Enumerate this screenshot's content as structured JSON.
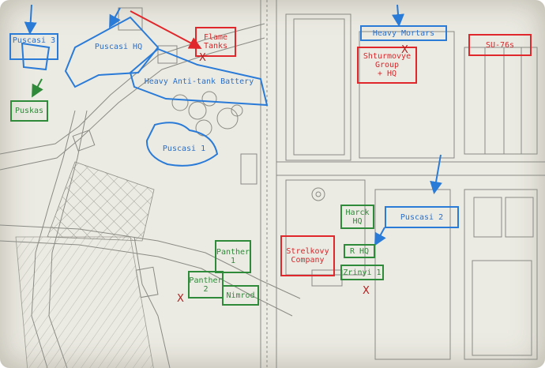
{
  "map": {
    "labels": {
      "puscasi_3": "Puscasi 3",
      "puscasi_hq": "Puscasi HQ",
      "flame_tanks": "Flame\nTanks",
      "heavy_antitank": "Heavy Anti-tank Battery",
      "puskas": "Puskas",
      "puscasi_1": "Puscasi 1",
      "heavy_mortars": "Heavy Mortars",
      "shturmovye": "Shturmovye\nGroup\n+ HQ",
      "su76s": "SU-76s",
      "harck_hq": "Harck\nHQ",
      "puscasi_2": "Puscasi 2",
      "strelkovy": "Strelkovy\nCompany",
      "r_hq": "R HQ",
      "zrinyi_1": "Zrinyi 1",
      "panther_1": "Panther\n1",
      "panther_2": "Panther\n2",
      "nimrod": "Nimrod"
    },
    "marker_symbol": "X",
    "colors": {
      "soviet": "#e0282c",
      "hungarian_infantry": "#2a7bd8",
      "hungarian_armor": "#2f8a3a",
      "paper": "#ecebe3",
      "pencil": "#8a8a84"
    }
  }
}
